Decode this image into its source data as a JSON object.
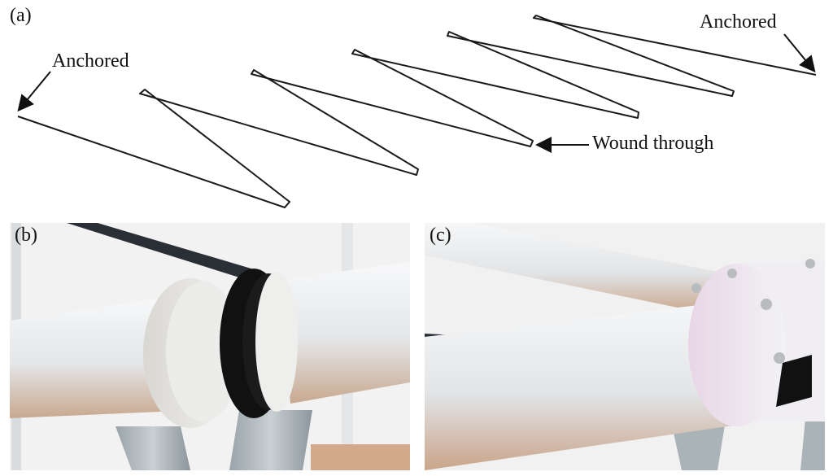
{
  "figure": {
    "panel_a": {
      "label": "(a)",
      "annotations": {
        "anchored_left": "Anchored",
        "anchored_right": "Anchored",
        "wound_through": "Wound through"
      }
    },
    "panel_b": {
      "label": "(b)"
    },
    "panel_c": {
      "label": "(c)"
    }
  },
  "colors": {
    "cable": "#1a1a1a",
    "tube": "#e6e8ea",
    "tube_shadow": "#c7a68a",
    "belt": "#111111",
    "base_plate": "#d2a98a"
  }
}
